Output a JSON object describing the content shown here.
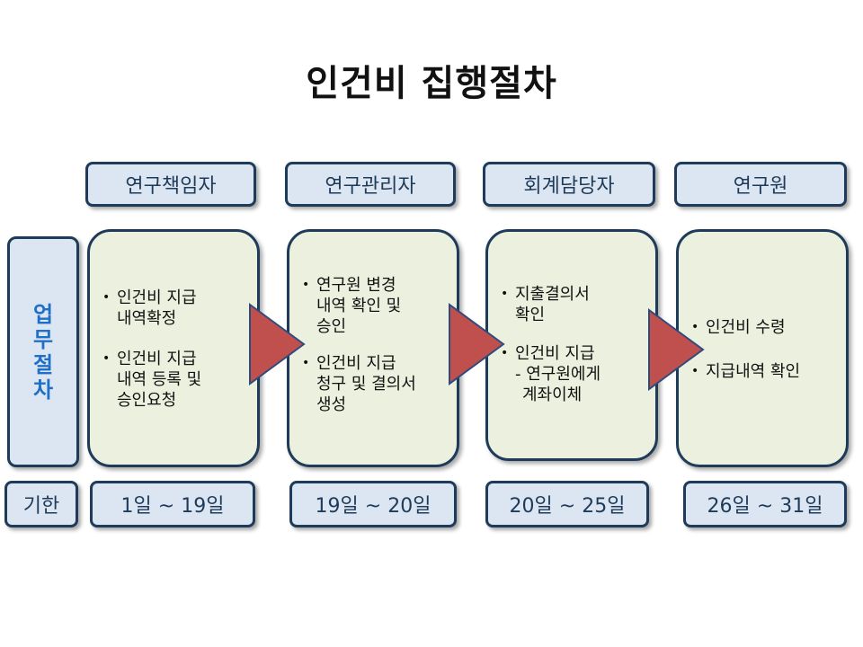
{
  "title": "인건비 집행절차",
  "side_label": "업무절차",
  "deadline_label": "기한",
  "columns": [
    {
      "role": "연구책임자",
      "steps": [
        {
          "lines": [
            "인건비 지급",
            "내역확정"
          ]
        },
        {
          "lines": [
            "인건비 지급",
            "내역 등록 및",
            "승인요청"
          ]
        }
      ],
      "period": "1일  ~  19일"
    },
    {
      "role": "연구관리자",
      "steps": [
        {
          "lines": [
            "연구원 변경",
            "내역 확인 및",
            "승인"
          ]
        },
        {
          "lines": [
            "인건비 지급",
            "청구 및 결의서",
            "생성"
          ]
        }
      ],
      "period": "19일  ~  20일"
    },
    {
      "role": "회계담당자",
      "steps": [
        {
          "lines": [
            "지출결의서",
            "확인"
          ]
        },
        {
          "lines": [
            "인건비 지급",
            "- 연구원에게",
            "계좌이체"
          ]
        }
      ],
      "period": "20일  ~  25일"
    },
    {
      "role": "연구원",
      "steps": [
        {
          "lines": [
            " 인건비 수령"
          ]
        },
        {
          "lines": [
            "지급내역 확인"
          ]
        }
      ],
      "period": "26일  ~  31일"
    }
  ],
  "colors": {
    "header_fill": "#dce6f2",
    "border": "#1f3b5a",
    "process_fill": "#ebf1de",
    "arrow_fill": "#c0504d",
    "arrow_stroke": "#2f4b7c",
    "side_text": "#1f6fc8"
  }
}
